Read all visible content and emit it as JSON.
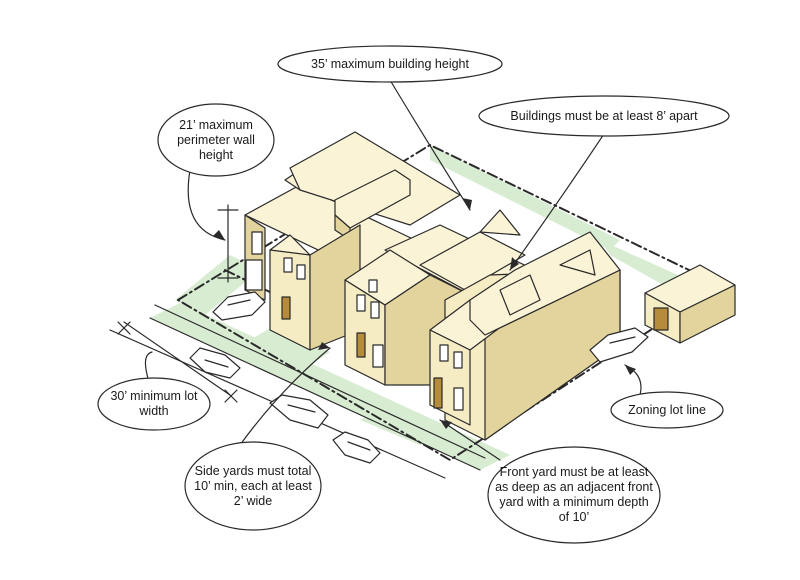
{
  "colors": {
    "building_fill": "#f5ecc4",
    "building_side": "#e3d49e",
    "roof_fill": "#faf3d6",
    "yard_green": "#d8ecd2",
    "line": "#2a2a2a",
    "door": "#b78b3c"
  },
  "callouts": {
    "max_height": "35’ maximum building height",
    "separation": "Buildings must be at least 8’ apart",
    "perimeter_wall": "21’ maximum perimeter wall height",
    "lot_width": "30’ minimum lot width",
    "side_yards": "Side yards must total 10’ min, each at least 2’ wide",
    "front_yard": "Front yard must be at least as deep as an adjacent front yard with a minimum depth of 10’",
    "lot_line": "Zoning lot line"
  }
}
